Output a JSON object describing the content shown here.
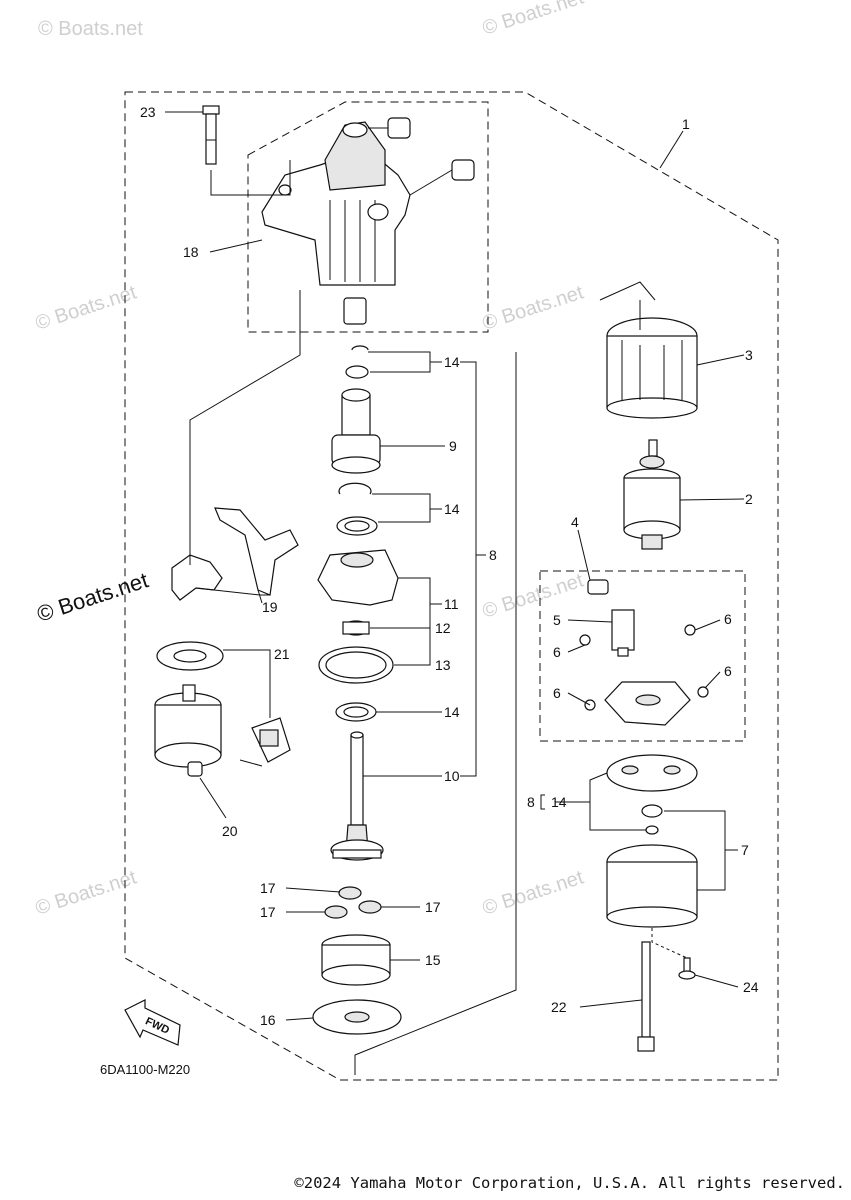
{
  "watermarks": [
    "© Boats.net",
    "© Boats.net",
    "© Boats.net",
    "© Boats.net",
    "© Boats.net",
    "© Boats.net",
    "© Boats.net",
    "© Boats.net"
  ],
  "watermark_main": "© Boats.net",
  "drawing_code": "6DA1100-M220",
  "fwd_label": "FWD",
  "copyright": "©2024 Yamaha Motor Corporation, U.S.A. All rights reserved.",
  "callouts": {
    "c1": "1",
    "c2": "2",
    "c3": "3",
    "c4": "4",
    "c5": "5",
    "c6a": "6",
    "c6b": "6",
    "c6c": "6",
    "c6d": "6",
    "c7": "7",
    "c8": "8",
    "c8b": "8",
    "c9": "9",
    "c10": "10",
    "c11": "11",
    "c12": "12",
    "c13": "13",
    "c14a": "14",
    "c14b": "14",
    "c14c": "14",
    "c14d": "14",
    "c15": "15",
    "c16": "16",
    "c17a": "17",
    "c17b": "17",
    "c17c": "17",
    "c18": "18",
    "c19": "19",
    "c20": "20",
    "c21": "21",
    "c22": "22",
    "c23": "23",
    "c24": "24"
  }
}
